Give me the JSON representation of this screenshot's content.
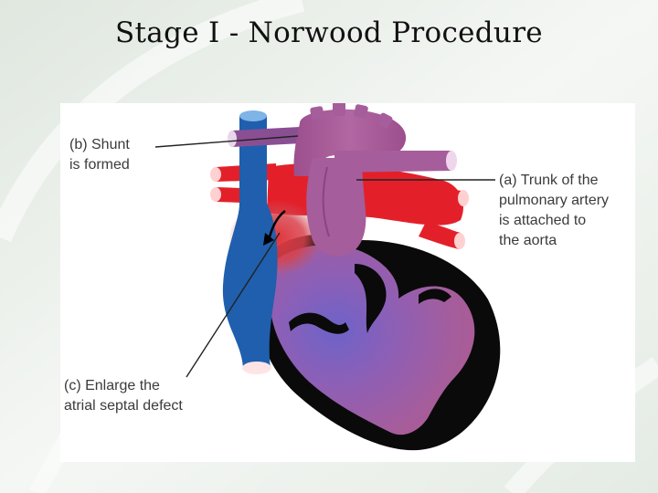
{
  "slide": {
    "title": "Stage I - Norwood Procedure",
    "colors": {
      "oxygenated_blood": "#e3202a",
      "deoxygenated_blood": "#1f5fad",
      "mixed_blood": "#a85c9a",
      "heart_muscle": "#000000"
    }
  },
  "diagram": {
    "callouts": {
      "shunt": [
        "(b) Shunt",
        "is formed"
      ],
      "trunk": [
        "(a) Trunk of the",
        "pulmonary artery",
        "is attached to",
        "the aorta"
      ],
      "asd": [
        "(c) Enlarge the",
        "atrial septal defect"
      ]
    }
  }
}
